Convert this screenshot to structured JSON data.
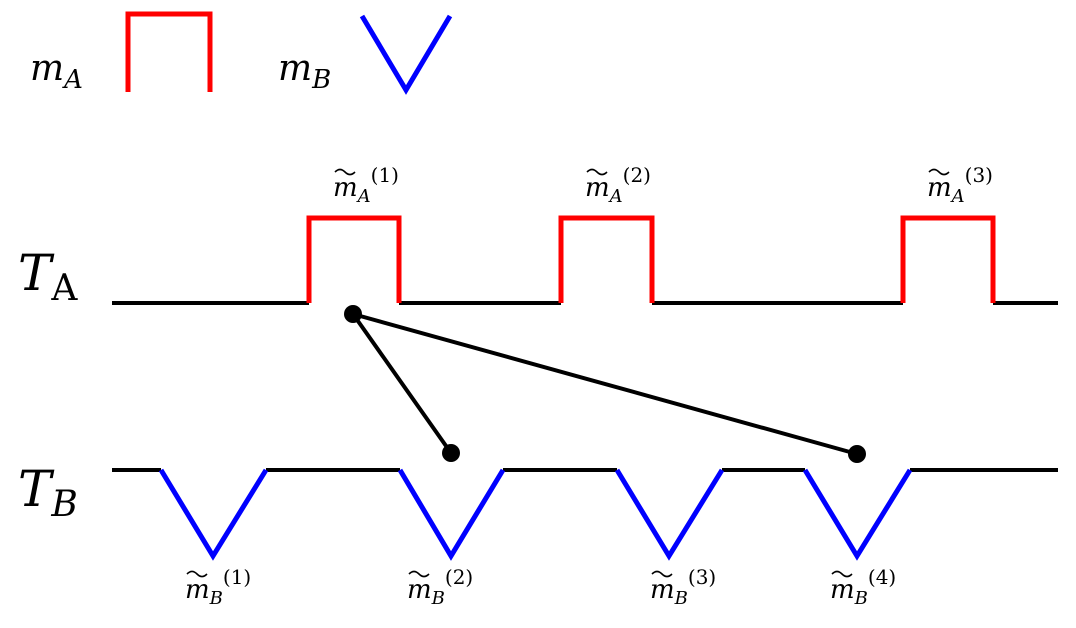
{
  "legend": {
    "a": {
      "symbol": "m",
      "subscript": "A",
      "color": "#ff0000",
      "shape": "square-pulse"
    },
    "b": {
      "symbol": "m",
      "subscript": "B",
      "color": "#0000ff",
      "shape": "v-pulse"
    }
  },
  "series": {
    "a": {
      "label_main": "T",
      "label_sub": "A",
      "baseline_color": "#000000",
      "pulse_color": "#ff0000",
      "pulses": [
        {
          "symbol": "m",
          "subscript": "A",
          "superscript": "(1)"
        },
        {
          "symbol": "m",
          "subscript": "A",
          "superscript": "(2)"
        },
        {
          "symbol": "m",
          "subscript": "A",
          "superscript": "(3)"
        }
      ]
    },
    "b": {
      "label_main": "T",
      "label_sub": "B",
      "baseline_color": "#000000",
      "pulse_color": "#0000ff",
      "pulses": [
        {
          "symbol": "m",
          "subscript": "B",
          "superscript": "(1)"
        },
        {
          "symbol": "m",
          "subscript": "B",
          "superscript": "(2)"
        },
        {
          "symbol": "m",
          "subscript": "B",
          "superscript": "(3)"
        },
        {
          "symbol": "m",
          "subscript": "B",
          "superscript": "(4)"
        }
      ]
    }
  },
  "connections": {
    "color": "#000000",
    "links": [
      {
        "from": "a.pulse.1",
        "to": "b.pulse.2"
      },
      {
        "from": "a.pulse.1",
        "to": "b.pulse.4"
      }
    ]
  }
}
